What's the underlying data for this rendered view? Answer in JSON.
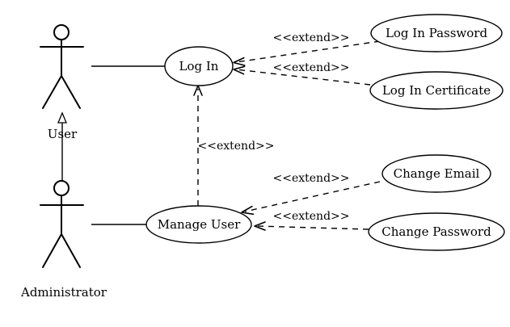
{
  "diagram": {
    "actors": {
      "user": {
        "label": "User"
      },
      "administrator": {
        "label": "Administrator"
      }
    },
    "use_cases": {
      "log_in": {
        "label": "Log In"
      },
      "log_in_password": {
        "label": "Log In Password"
      },
      "log_in_certificate": {
        "label": "Log In Certificate"
      },
      "manage_user": {
        "label": "Manage User"
      },
      "change_email": {
        "label": "Change Email"
      },
      "change_password": {
        "label": "Change Password"
      }
    },
    "relations": {
      "extend_password_login": "<<extend>>",
      "extend_certificate_login": "<<extend>>",
      "extend_manage_login": "<<extend>>",
      "extend_email_manage": "<<extend>>",
      "extend_password_manage": "<<extend>>"
    }
  }
}
